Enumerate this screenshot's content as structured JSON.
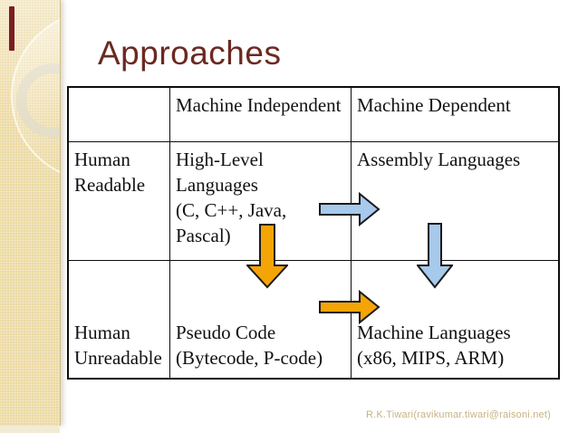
{
  "slide": {
    "title": "Approaches",
    "footer": "R.K.Tiwari(ravikumar.tiwari@raisoni.net)"
  },
  "table": {
    "header": [
      "",
      "Machine Independent",
      "Machine Dependent"
    ],
    "rows": [
      {
        "row_label": [
          "Human",
          "Readable"
        ],
        "machine_independent": [
          "High-Level Languages",
          "(C, C++, Java, Pascal)"
        ],
        "machine_dependent": [
          "Assembly Languages"
        ]
      },
      {
        "row_label": [
          "Human",
          "Unreadable"
        ],
        "machine_independent": [
          "Pseudo Code",
          "(Bytecode, P-code)"
        ],
        "machine_dependent": [
          "Machine Languages",
          "(x86, MIPS, ARM)"
        ]
      }
    ]
  },
  "arrows": {
    "fill_blue": "#A6C9EC",
    "fill_orange": "#F5A406",
    "outline": "#1a1a1a",
    "items": [
      {
        "name": "high-level-to-assembly",
        "direction": "right",
        "color": "blue"
      },
      {
        "name": "high-level-to-pseudo-code",
        "direction": "down",
        "color": "orange"
      },
      {
        "name": "assembly-to-machine",
        "direction": "down",
        "color": "blue"
      },
      {
        "name": "pseudo-code-to-machine",
        "direction": "right",
        "color": "orange"
      }
    ]
  },
  "colors": {
    "title_text": "#6B2A21",
    "sidebar_tan": "#ECD9A2",
    "accent_bar_red": "#7A1F23",
    "table_border": "#0D0D0D",
    "footer_text": "#C6B383"
  }
}
